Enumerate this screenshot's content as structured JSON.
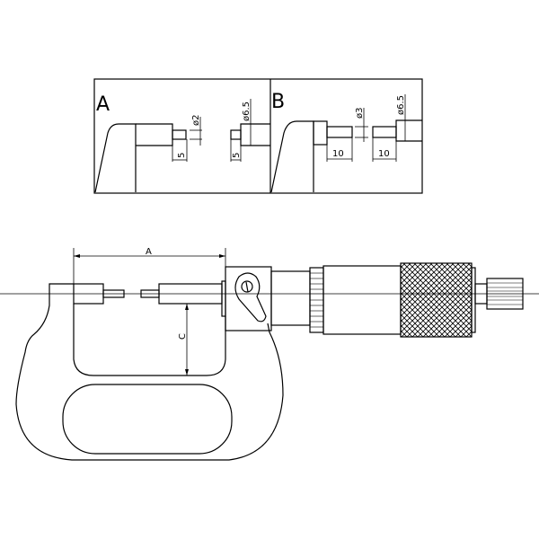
{
  "detail_a": {
    "label": "A",
    "tip_diameter": "ø2",
    "tip_length": "5",
    "spindle_diameter": "ø6.5",
    "spindle_tip_length": "5"
  },
  "detail_b": {
    "label": "B",
    "tip_diameter": "ø3",
    "tip_length": "10",
    "spindle_diameter": "ø6.5",
    "spindle_tip_length": "10"
  },
  "main": {
    "dim_a_label": "A",
    "dim_c_label": "C"
  }
}
